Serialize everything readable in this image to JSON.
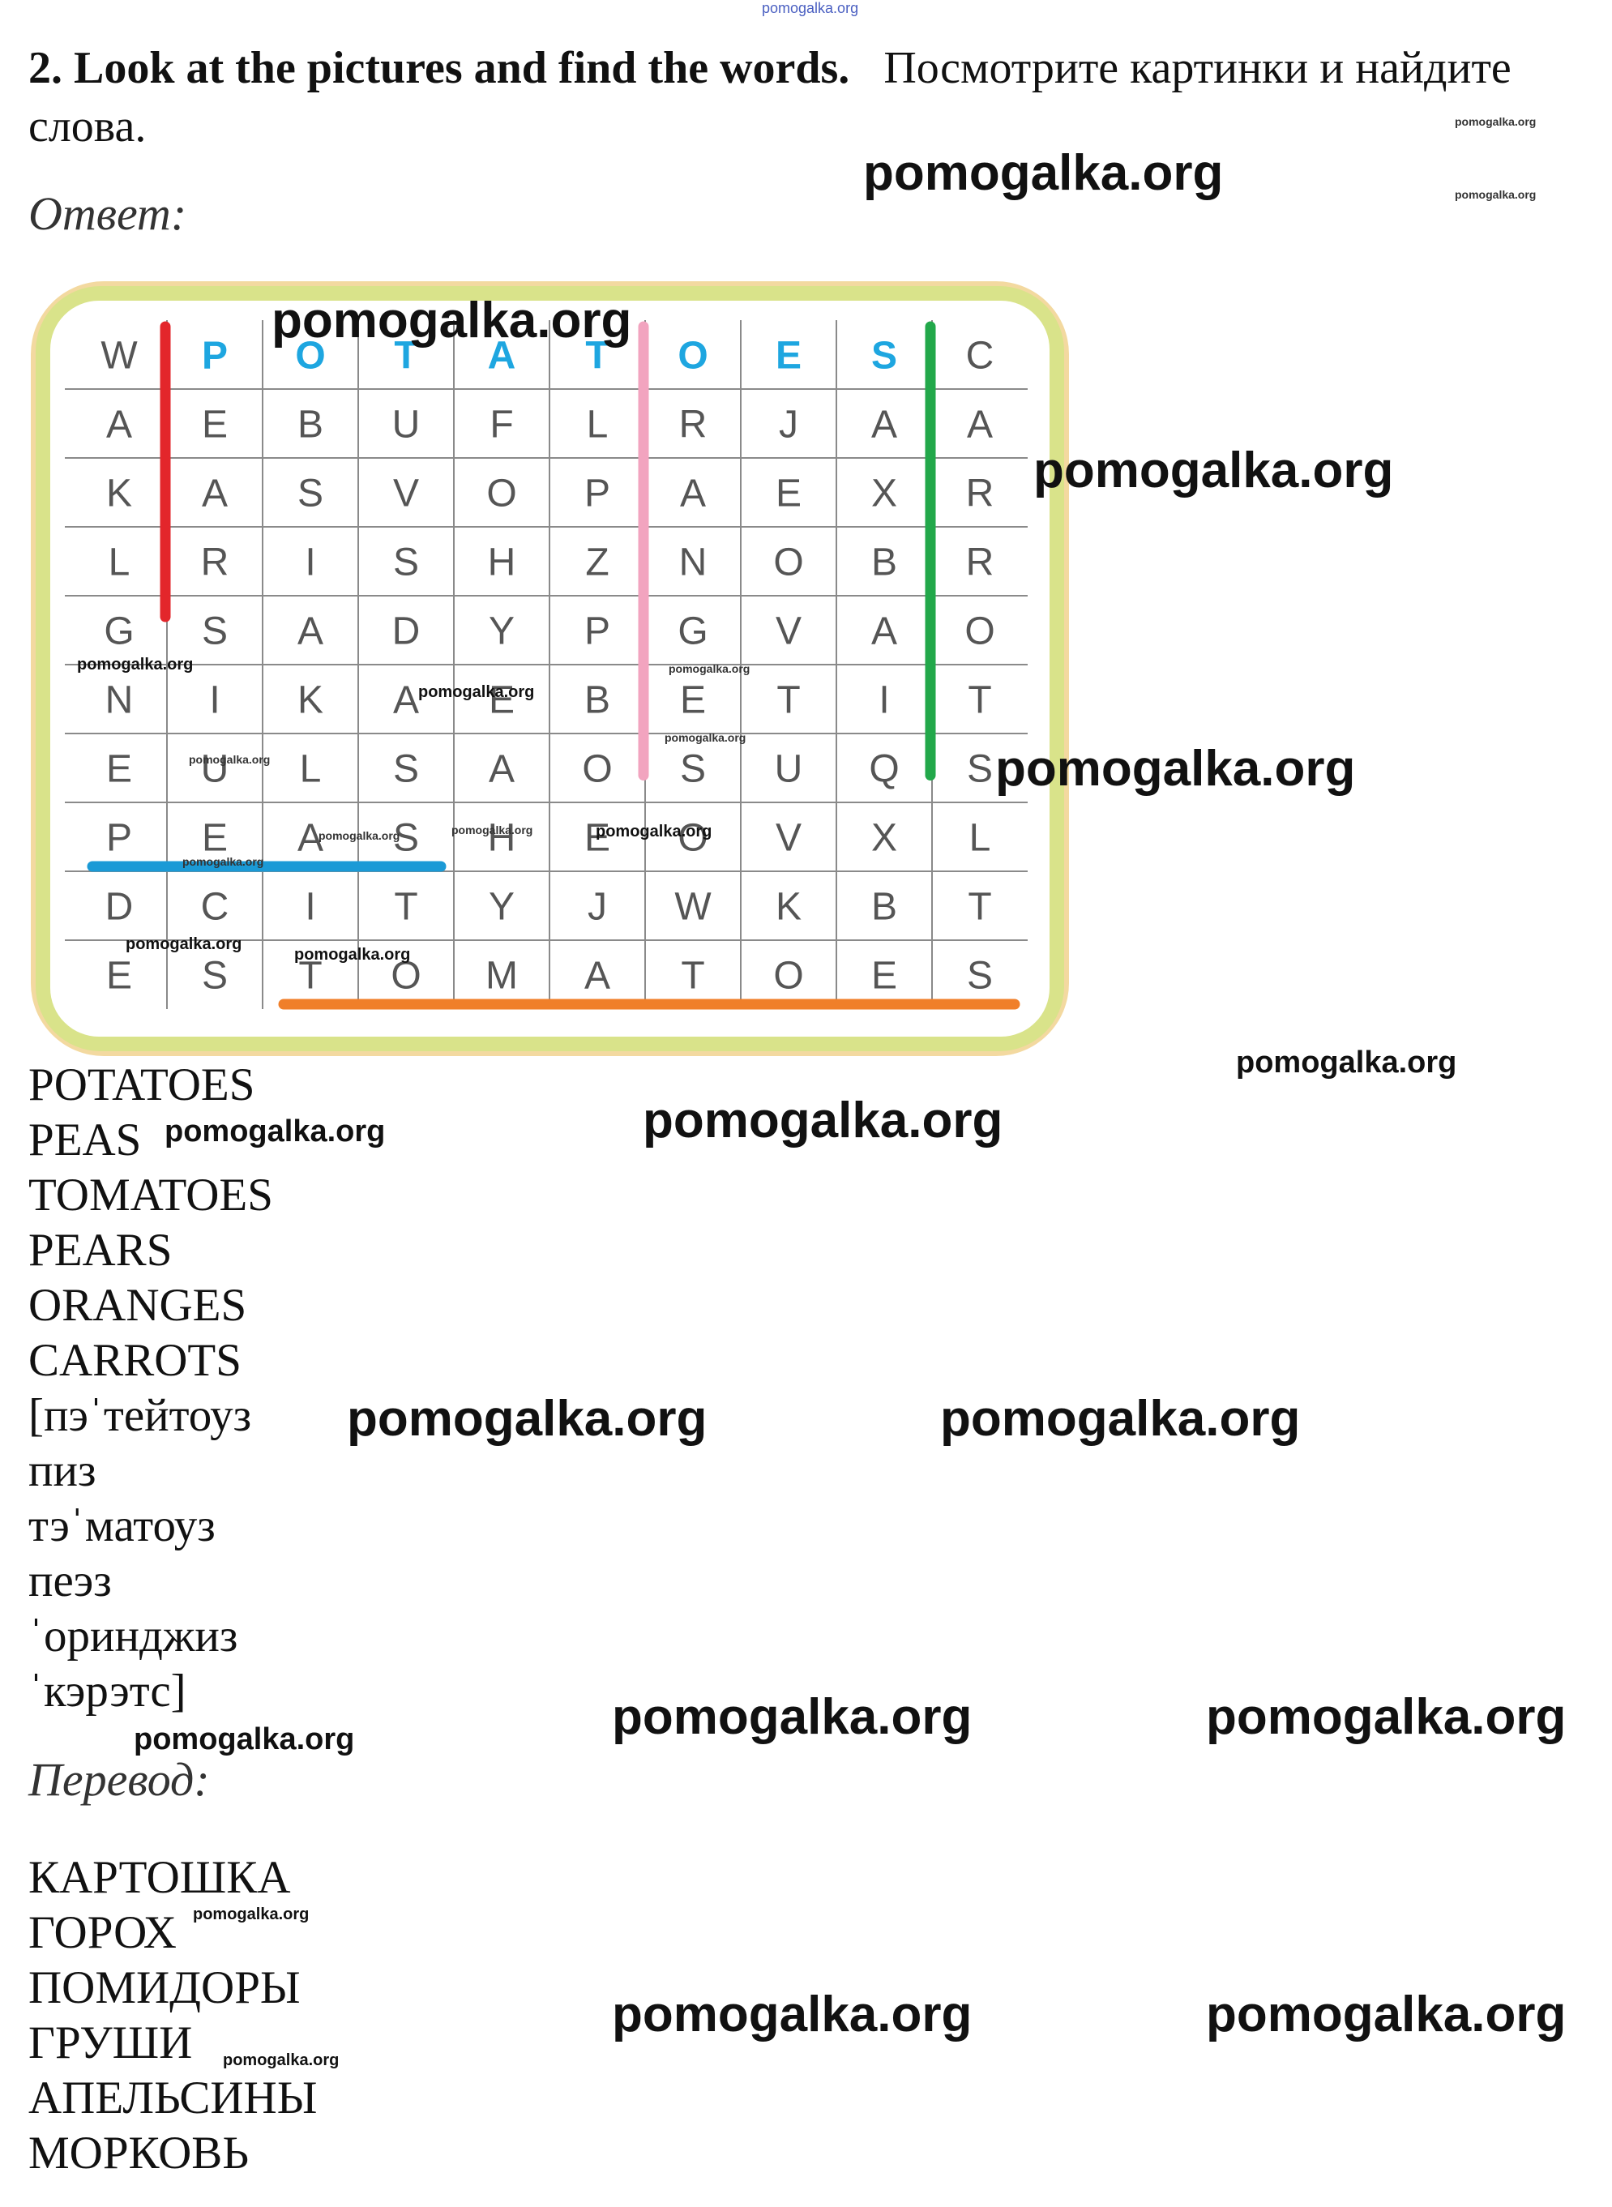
{
  "header": {
    "task_number": "2.",
    "task_en": "Look at the pictures and find the words.",
    "task_ru": "Посмотрите картинки и найдите слова."
  },
  "answer_label": "Ответ:",
  "translation_label": "Перевод:",
  "puzzle": {
    "grid": [
      [
        "W",
        "P",
        "O",
        "T",
        "A",
        "T",
        "O",
        "E",
        "S",
        "C"
      ],
      [
        "A",
        "E",
        "B",
        "U",
        "F",
        "L",
        "R",
        "J",
        "A",
        "A"
      ],
      [
        "K",
        "A",
        "S",
        "V",
        "O",
        "P",
        "A",
        "E",
        "X",
        "R"
      ],
      [
        "L",
        "R",
        "I",
        "S",
        "H",
        "Z",
        "N",
        "O",
        "B",
        "R"
      ],
      [
        "G",
        "S",
        "A",
        "D",
        "Y",
        "P",
        "G",
        "V",
        "A",
        "O"
      ],
      [
        "N",
        "I",
        "K",
        "A",
        "E",
        "B",
        "E",
        "T",
        "I",
        "T"
      ],
      [
        "E",
        "U",
        "L",
        "S",
        "A",
        "O",
        "S",
        "U",
        "Q",
        "S"
      ],
      [
        "P",
        "E",
        "A",
        "S",
        "H",
        "E",
        "O",
        "V",
        "X",
        "L"
      ],
      [
        "D",
        "C",
        "I",
        "T",
        "Y",
        "J",
        "W",
        "K",
        "B",
        "T"
      ],
      [
        "E",
        "S",
        "T",
        "O",
        "M",
        "A",
        "T",
        "O",
        "E",
        "S"
      ]
    ],
    "blue_letters_row": 0,
    "blue_letters_from_col": 1,
    "blue_letters_to_col": 8,
    "colors": {
      "frame": "#d9e38a",
      "frame_outer": "#f3d9a0",
      "letter_blue": "#1ea6e0",
      "red": "#e3262b",
      "pink": "#f2a4bf",
      "green": "#22a84a",
      "blue": "#1b9ad6",
      "orange": "#f07f2a"
    }
  },
  "words_en": [
    "POTATOES",
    "PEAS",
    "TOMATOES",
    "PEARS",
    "ORANGES",
    "CARROTS"
  ],
  "transcriptions": [
    "[пэˈтейтоуз",
    "пиз",
    "тэˈматоуз",
    "пеэз",
    "ˈоринджиз",
    "ˈкэрэтс]"
  ],
  "words_ru": [
    "КАРТОШКА",
    "ГОРОХ",
    "ПОМИДОРЫ",
    "ГРУШИ",
    "АПЕЛЬСИНЫ",
    "МОРКОВЬ"
  ],
  "watermark": "pomogalka.org"
}
